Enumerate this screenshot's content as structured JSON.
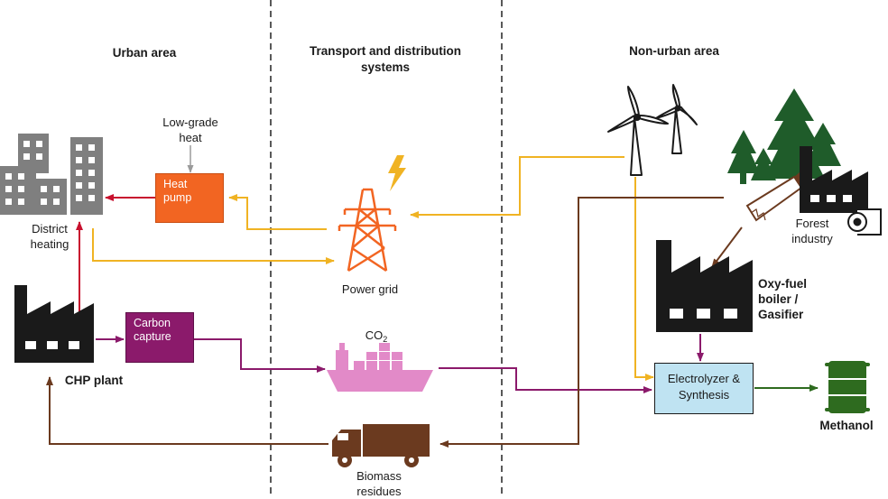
{
  "regions": {
    "urban": "Urban area",
    "transport": "Transport and distribution systems",
    "nonurban": "Non-urban area"
  },
  "labels": {
    "low_grade_heat": "Low-grade heat",
    "district_heating": "District heating",
    "chp_plant": "CHP plant",
    "power_grid": "Power grid",
    "co2_main": "CO",
    "co2_sub": "2",
    "biomass_residues": "Biomass residues",
    "forest_industry": "Forest industry",
    "oxyfuel": "Oxy-fuel boiler / Gasifier",
    "methanol": "Methanol"
  },
  "boxes": {
    "heat_pump": "Heat pump",
    "carbon_capture": "Carbon capture",
    "electrolyzer": "Electrolyzer & Synthesis"
  },
  "colors": {
    "electricity": "#f0b323",
    "heat": "#c8102e",
    "co2": "#8b1a6b",
    "biomass": "#6b3a1f",
    "methanol": "#2e6b1f",
    "heat_pump_box": "#f26522",
    "carbon_capture_box": "#8b1a6b",
    "electrolyzer_box": "#bfe3f2",
    "ship": "#e28ac8",
    "tree": "#1f5c2a",
    "building": "#7f7f7f",
    "factory": "#1a1a1a"
  },
  "icons": {
    "buildings": "city-buildings-icon",
    "factory": "factory-icon",
    "pylon": "power-pylon-icon",
    "lightning": "lightning-bolt-icon",
    "ship": "cargo-ship-icon",
    "truck": "truck-icon",
    "wind": "wind-turbine-icon",
    "trees": "forest-trees-icon",
    "saw": "saw-icon",
    "paper_roll": "paper-roll-icon",
    "barrel": "barrel-icon"
  }
}
